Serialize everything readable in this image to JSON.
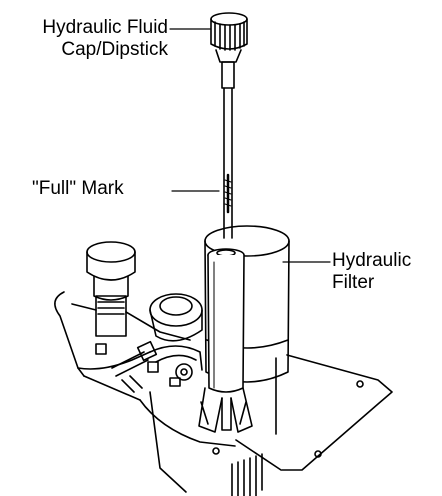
{
  "labels": {
    "cap_line1": "Hydraulic Fluid",
    "cap_line2": "Cap/Dipstick",
    "full_mark": "\"Full\" Mark",
    "filter_line1": "Hydraulic",
    "filter_line2": "Filter"
  },
  "colors": {
    "line": "#000000",
    "background": "#ffffff"
  }
}
